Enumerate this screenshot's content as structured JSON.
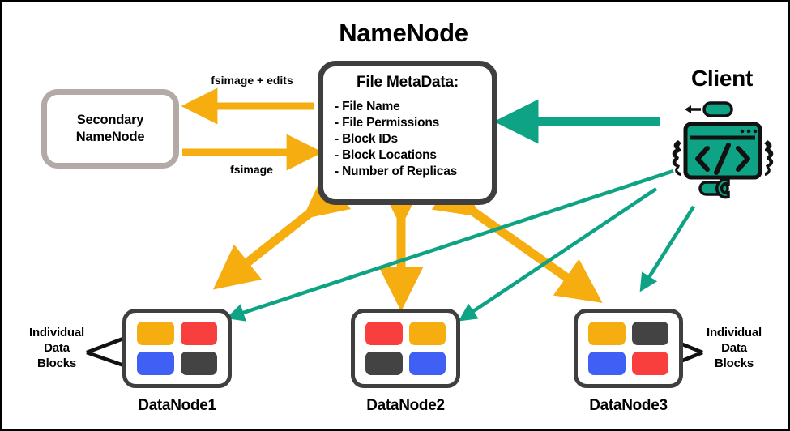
{
  "diagram": {
    "title_namenode": "NameNode",
    "title_client": "Client",
    "namenode": {
      "metadata_title": "File MetaData:",
      "metadata_items": [
        "- File Name",
        "- File Permissions",
        "- Block IDs",
        "- Block Locations",
        "- Number of Replicas"
      ]
    },
    "secondary_namenode": {
      "label": "Secondary\nNameNode",
      "label_line1": "Secondary",
      "label_line2": "NameNode"
    },
    "edge_labels": {
      "fsimage_edits": "fsimage + edits",
      "fsimage": "fsimage"
    },
    "annotations": {
      "individual_data_blocks_left": "Individual\nData\nBlocks",
      "individual_data_blocks_right": "Individual\nData\nBlocks",
      "idb_line1": "Individual",
      "idb_line2": "Data",
      "idb_line3": "Blocks"
    },
    "datanodes": [
      {
        "label": "DataNode1",
        "blocks": [
          "orange",
          "red",
          "blue",
          "gray"
        ]
      },
      {
        "label": "DataNode2",
        "blocks": [
          "red",
          "orange",
          "gray",
          "blue"
        ]
      },
      {
        "label": "DataNode3",
        "blocks": [
          "orange",
          "gray",
          "blue",
          "red"
        ]
      }
    ],
    "colors": {
      "orange": "#F5AD10",
      "red": "#F93E3E",
      "blue": "#4060F5",
      "gray": "#434343",
      "teal": "#0DA384",
      "node_border": "#3F3F3F",
      "secondary_border": "#B3A9A7",
      "black": "#000000",
      "white": "#FFFFFF"
    },
    "client_icon": {
      "code_glyph": "</>"
    }
  }
}
